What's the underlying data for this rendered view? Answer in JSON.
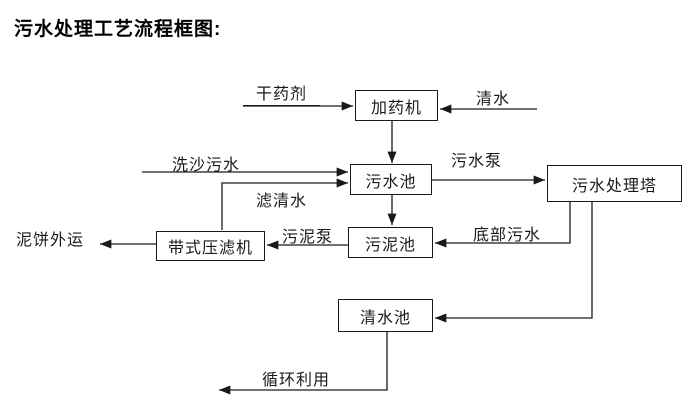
{
  "title": "污水处理工艺流程框图:",
  "nodes": {
    "dosing_machine": "加药机",
    "sewage_pool": "污水池",
    "treatment_tower": "污水处理塔",
    "sludge_pool": "污泥池",
    "belt_filter_press": "带式压滤机",
    "clean_water_pool": "清水池"
  },
  "edges": [
    {
      "id": "dry-chemical-input",
      "from": "external",
      "to": "dosing_machine",
      "label": "干药剂"
    },
    {
      "id": "clean-water-input",
      "from": "external",
      "to": "dosing_machine",
      "label": "清水"
    },
    {
      "id": "dosing-to-sewage",
      "from": "dosing_machine",
      "to": "sewage_pool",
      "label": ""
    },
    {
      "id": "sand-washing-sewage",
      "from": "external",
      "to": "sewage_pool",
      "label": "洗沙污水"
    },
    {
      "id": "filtered-water",
      "from": "belt_filter_press",
      "to": "sewage_pool",
      "label": "滤清水"
    },
    {
      "id": "sewage-pump",
      "from": "sewage_pool",
      "to": "treatment_tower",
      "label": "污水泵"
    },
    {
      "id": "sewage-to-sludge",
      "from": "sewage_pool",
      "to": "sludge_pool",
      "label": ""
    },
    {
      "id": "bottom-sewage",
      "from": "treatment_tower",
      "to": "sludge_pool",
      "label": "底部污水"
    },
    {
      "id": "sludge-pump",
      "from": "sludge_pool",
      "to": "belt_filter_press",
      "label": "污泥泵"
    },
    {
      "id": "mud-cake-out",
      "from": "belt_filter_press",
      "to": "external",
      "label": "泥饼外运"
    },
    {
      "id": "tower-to-clean-pool",
      "from": "treatment_tower",
      "to": "clean_water_pool",
      "label": ""
    },
    {
      "id": "recycle",
      "from": "clean_water_pool",
      "to": "external",
      "label": "循环利用"
    }
  ],
  "colors": {
    "line": "#1a1a1a",
    "box_border": "#1a1a1a",
    "background": "#ffffff",
    "text": "#000000"
  }
}
